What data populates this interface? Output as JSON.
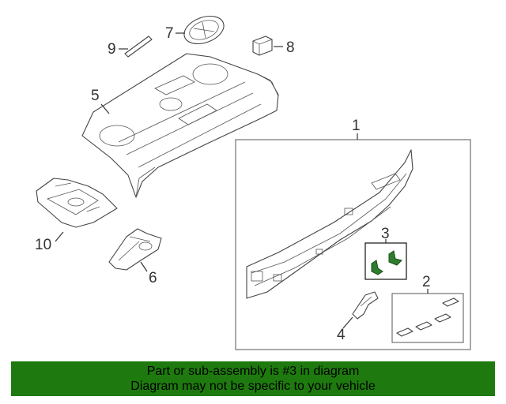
{
  "callouts": {
    "p1": "1",
    "p2": "2",
    "p3": "3",
    "p4": "4",
    "p5": "5",
    "p6": "6",
    "p7": "7",
    "p8": "8",
    "p9": "9",
    "p10": "10"
  },
  "highlighted_part": "3",
  "colors": {
    "banner_bg": "#1e7a0e",
    "highlight_part": "#2e7d2e"
  },
  "banner": {
    "line1": "Part or sub-assembly is #3 in diagram",
    "line2": "Diagram may not be specific to your vehicle"
  }
}
